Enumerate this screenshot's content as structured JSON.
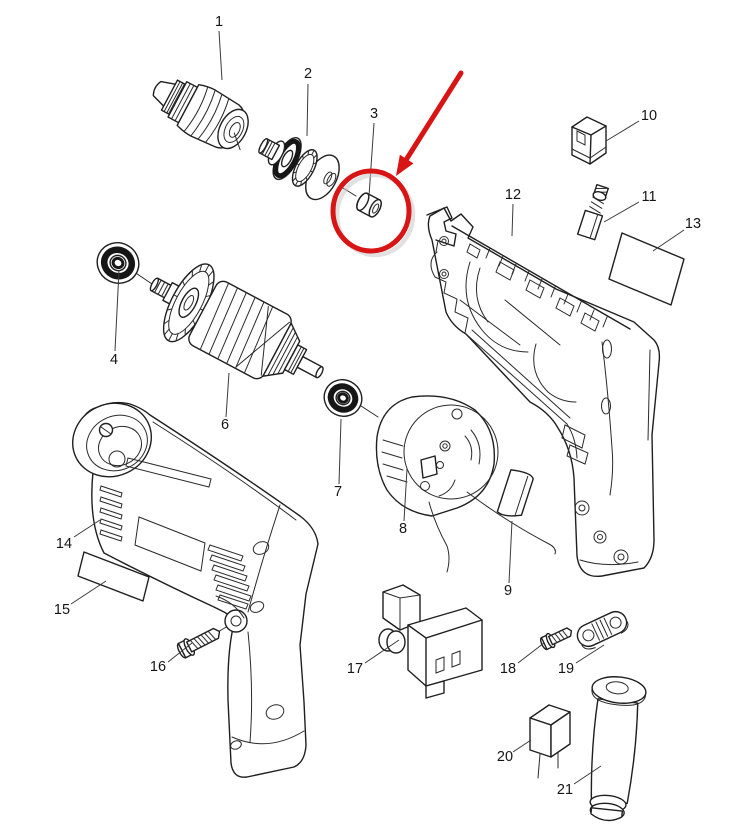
{
  "diagram": {
    "type": "exploded-parts-diagram",
    "subject": "electric power drill",
    "background_color": "#ffffff",
    "line_color": "#1f1f1f",
    "label_color": "#151515",
    "parts": [
      {
        "label": "1",
        "name": "drill-chuck"
      },
      {
        "label": "2",
        "name": "spindle-gear-assembly"
      },
      {
        "label": "3",
        "name": "bushing"
      },
      {
        "label": "4",
        "name": "ball-bearing-front"
      },
      {
        "label": "6",
        "name": "armature-with-fan"
      },
      {
        "label": "7",
        "name": "ball-bearing-rear"
      },
      {
        "label": "8",
        "name": "field-stator"
      },
      {
        "label": "9",
        "name": "brush-holder-cap"
      },
      {
        "label": "10",
        "name": "switch-block"
      },
      {
        "label": "11",
        "name": "carbon-brush"
      },
      {
        "label": "12",
        "name": "housing-half-right"
      },
      {
        "label": "13",
        "name": "nameplate"
      },
      {
        "label": "14",
        "name": "housing-half-left"
      },
      {
        "label": "15",
        "name": "label-plate"
      },
      {
        "label": "16",
        "name": "tapping-screw-front"
      },
      {
        "label": "17",
        "name": "trigger-switch"
      },
      {
        "label": "18",
        "name": "tapping-screw-rear"
      },
      {
        "label": "19",
        "name": "cord-clamp"
      },
      {
        "label": "20",
        "name": "capacitor"
      },
      {
        "label": "21",
        "name": "cord-guard"
      }
    ],
    "annotation": {
      "color": "#d81414",
      "shadow_color": "#c9c9c9",
      "shapes": [
        "circle",
        "arrow"
      ],
      "highlighted_part_label": "3"
    }
  }
}
